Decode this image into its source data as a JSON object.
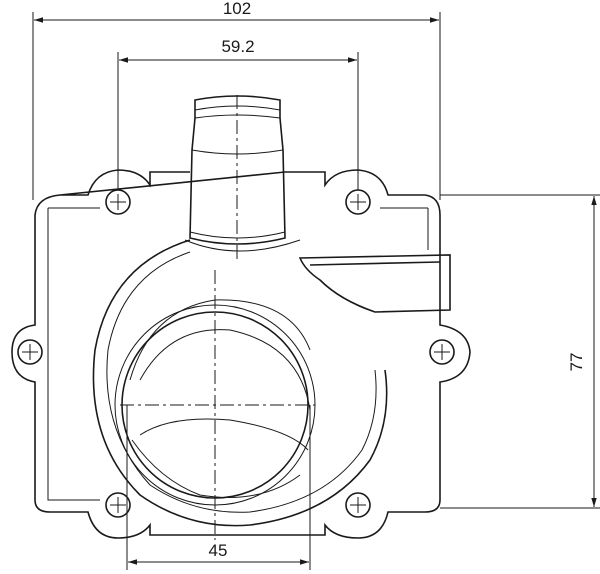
{
  "drawing": {
    "dimensions": {
      "overall_width": "102",
      "hole_spacing_top": "59.2",
      "hole_spacing_vertical": "77",
      "bore_diameter": "45"
    },
    "line_color": "#1a1a1a"
  }
}
